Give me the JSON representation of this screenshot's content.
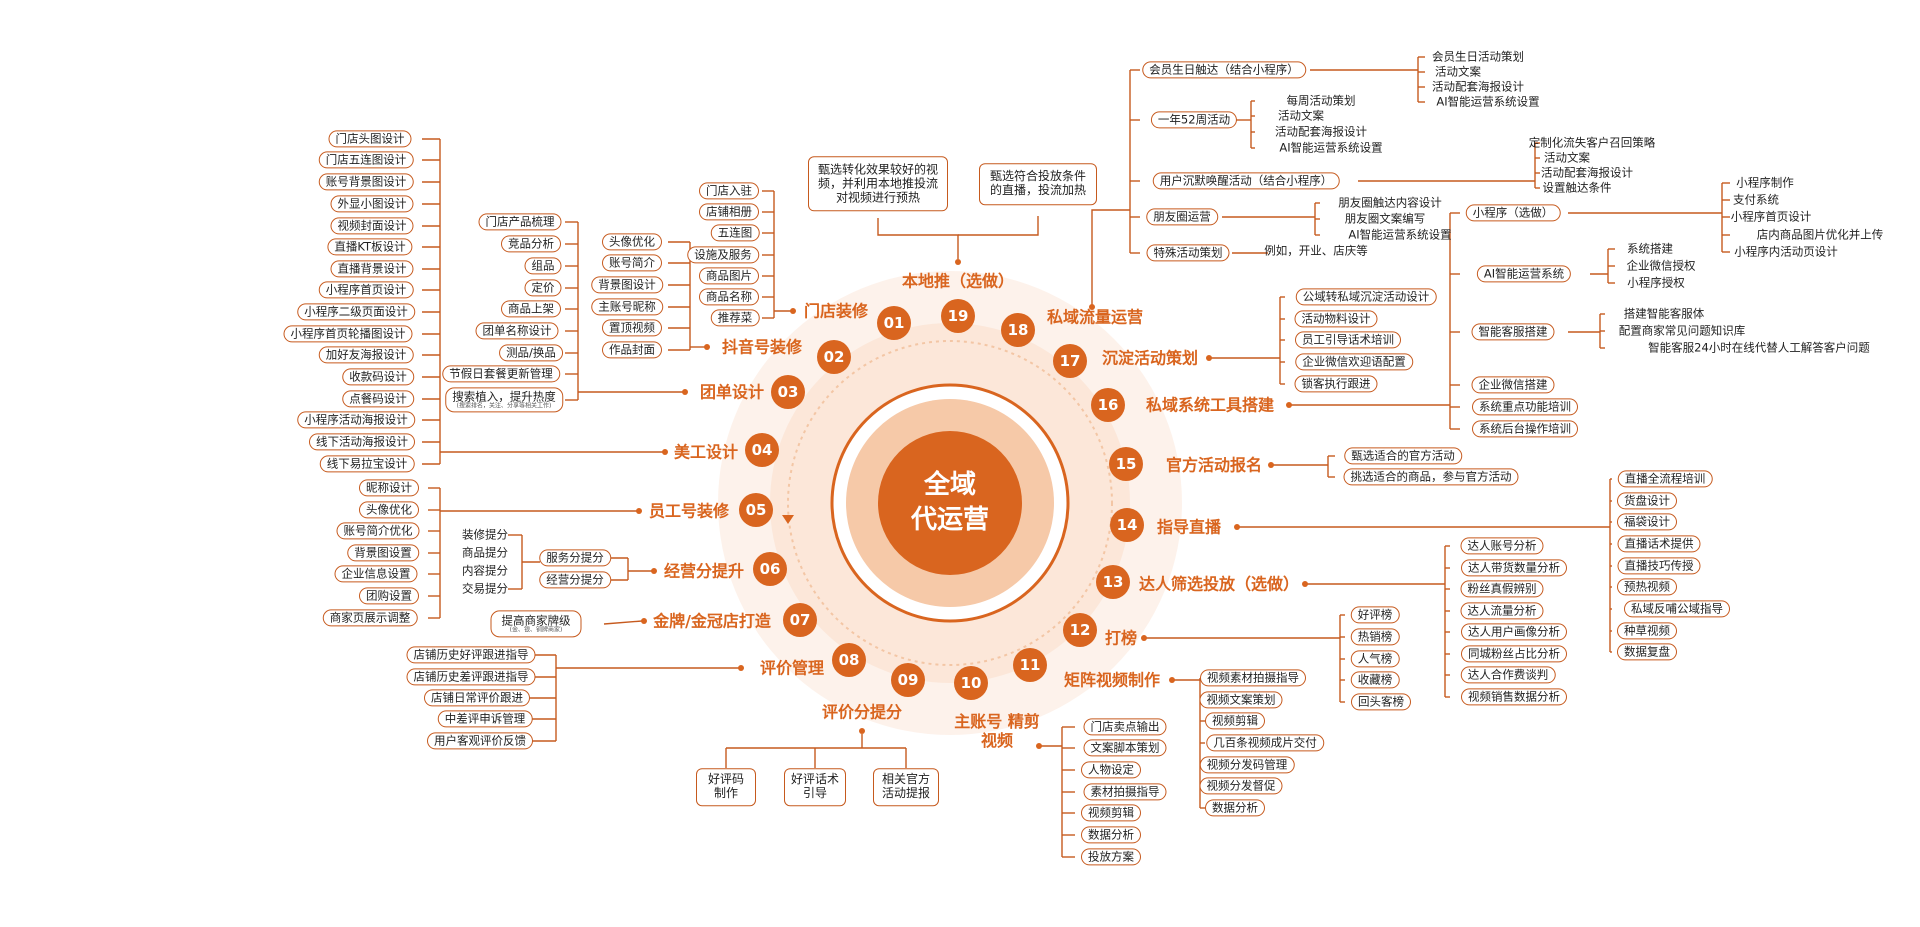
{
  "center": {
    "line1": "全域",
    "line2": "代运营"
  },
  "colors": {
    "accent": "#d9651f",
    "border": "#c65a1e",
    "glow": "#fbe3d3"
  },
  "branches": {
    "b01": {
      "num": "01",
      "label": "门店装修",
      "items": [
        "门店入驻",
        "店铺相册",
        "五连图",
        "设施及服务",
        "商品图片",
        "商品名称",
        "推荐菜"
      ]
    },
    "b02": {
      "num": "02",
      "label": "抖音号装修",
      "items": [
        "头像优化",
        "账号简介",
        "背景图设计",
        "主账号昵称",
        "置顶视频",
        "作品封面"
      ]
    },
    "b03": {
      "num": "03",
      "label": "团单设计",
      "items": [
        "门店产品梳理",
        "竞品分析",
        "组品",
        "定价",
        "商品上架",
        "团单名称设计",
        "测品/换品",
        "节假日套餐更新管理",
        "搜索植入，提升热度"
      ],
      "note": "(搜索排名，关注、分享等相关工作)"
    },
    "b04": {
      "num": "04",
      "label": "美工设计",
      "items": [
        "门店头图设计",
        "门店五连图设计",
        "账号背景图设计",
        "外显小图设计",
        "视频封面设计",
        "直播KT板设计",
        "直播背景设计",
        "小程序首页设计",
        "小程序二级页面设计",
        "小程序首页轮播图设计",
        "加好友海报设计",
        "收款码设计",
        "点餐码设计",
        "小程序活动海报设计",
        "线下活动海报设计",
        "线下易拉宝设计"
      ]
    },
    "b05": {
      "num": "05",
      "label": "员工号装修",
      "items": [
        "昵称设计",
        "头像优化",
        "账号简介优化",
        "背景图设置",
        "企业信息设置",
        "团购设置",
        "商家页展示调整"
      ]
    },
    "b06": {
      "num": "06",
      "label": "经营分提升",
      "items": [
        "服务分提分",
        "经营分提分"
      ],
      "sub_items": [
        "装修提分",
        "商品提分",
        "内容提分",
        "交易提分"
      ]
    },
    "b07": {
      "num": "07",
      "label": "金牌/金冠店打造",
      "items": [
        "提高商家牌级"
      ],
      "note": "(金、银、铜牌商家)"
    },
    "b08": {
      "num": "08",
      "label": "评价管理",
      "items": [
        "店铺历史好评跟进指导",
        "店铺历史差评跟进指导",
        "店铺日常评价跟进",
        "中差评申诉管理",
        "用户客观评价反馈"
      ]
    },
    "b09": {
      "num": "09",
      "label": "评价分提分",
      "items": [
        "好评码 制作",
        "好评话术 引导",
        "相关官方 活动提报"
      ]
    },
    "b10": {
      "num": "10",
      "label": "主账号 精剪视频",
      "items": [
        "门店卖点输出",
        "文案脚本策划",
        "人物设定",
        "素材拍摄指导",
        "视频剪辑",
        "数据分析",
        "投放方案"
      ]
    },
    "b11": {
      "num": "11",
      "label": "矩阵视频制作",
      "items": [
        "视频素材拍摄指导",
        "视频文案策划",
        "视频剪辑",
        "几百条视频成片交付",
        "视频分发码管理",
        "视频分发督促",
        "数据分析"
      ]
    },
    "b12": {
      "num": "12",
      "label": "打榜",
      "items": [
        "好评榜",
        "热销榜",
        "人气榜",
        "收藏榜",
        "回头客榜"
      ]
    },
    "b13": {
      "num": "13",
      "label": "达人筛选投放（选做）",
      "items": [
        "达人账号分析",
        "达人带货数量分析",
        "粉丝真假辨别",
        "达人流量分析",
        "达人用户画像分析",
        "同城粉丝占比分析",
        "达人合作费谈判",
        "视频销售数据分析"
      ]
    },
    "b14": {
      "num": "14",
      "label": "指导直播",
      "items": [
        "直播全流程培训",
        "货盘设计",
        "福袋设计",
        "直播话术提供",
        "直播技巧传授",
        "预热视频",
        "私域反哺公域指导",
        "种草视频",
        "数据复盘"
      ]
    },
    "b15": {
      "num": "15",
      "label": "官方活动报名",
      "items": [
        "甄选适合的官方活动",
        "挑选适合的商品，参与官方活动"
      ]
    },
    "b16": {
      "num": "16",
      "label": "私域系统工具搭建",
      "groups": [
        {
          "name": "小程序（选做）",
          "items": [
            "小程序制作",
            "支付系统",
            "小程序首页设计",
            "店内商品图片优化并上传",
            "小程序内活动页设计"
          ]
        },
        {
          "name": "AI智能运营系统",
          "items": [
            "系统搭建",
            "企业微信授权",
            "小程序授权"
          ]
        },
        {
          "name": "智能客服搭建",
          "items": [
            "搭建智能客服体",
            "配置商家常见问题知识库",
            "智能客服24小时在线代替人工解答客户问题"
          ]
        }
      ],
      "items": [
        "企业微信搭建",
        "系统重点功能培训",
        "系统后台操作培训"
      ]
    },
    "b17": {
      "num": "17",
      "label": "沉淀活动策划",
      "items": [
        "公域转私域沉淀活动设计",
        "活动物料设计",
        "员工引导话术培训",
        "企业微信欢迎语配置",
        "锁客执行跟进"
      ]
    },
    "b18": {
      "num": "18",
      "label": "私域流量运营",
      "groups": [
        {
          "name": "会员生日触达（结合小程序）",
          "items": [
            "会员生日活动策划",
            "活动文案",
            "活动配套海报设计",
            "AI智能运营系统设置"
          ]
        },
        {
          "name": "一年52周活动",
          "items": [
            "每周活动策划",
            "活动文案",
            "活动配套海报设计",
            "AI智能运营系统设置"
          ]
        },
        {
          "name": "用户沉默唤醒活动（结合小程序）",
          "items": [
            "定制化流失客户召回策略",
            "活动文案",
            "活动配套海报设计",
            "设置触达条件"
          ]
        },
        {
          "name": "朋友圈运营",
          "items": [
            "朋友圈触达内容设计",
            "朋友圈文案编写",
            "AI智能运营系统设置"
          ]
        },
        {
          "name": "特殊活动策划",
          "items": [
            "例如，开业、店庆等"
          ]
        }
      ]
    },
    "b19": {
      "num": "19",
      "label": "本地推（选做）",
      "items": [
        "甄选转化效果较好的视频，并利用本地推投流对视频进行预热",
        "甄选符合投放条件的直播，投流加热"
      ]
    }
  }
}
